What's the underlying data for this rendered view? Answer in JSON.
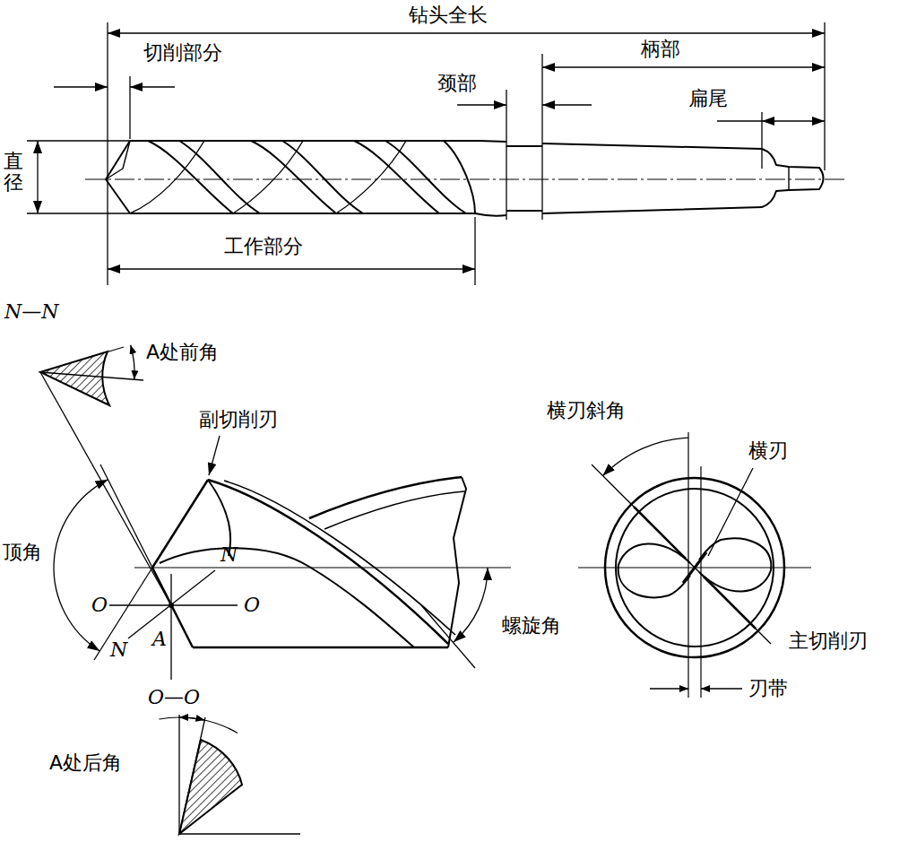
{
  "diagram": {
    "labels": [
      "钻头全长",
      "切削部分",
      "颈部",
      "柄部",
      "扁尾",
      "直径",
      "工作部分",
      "N—N",
      "A处前角",
      "副切削刃",
      "横刃斜角",
      "横刃",
      "顶角",
      "N",
      "O",
      "O",
      "N",
      "A",
      "螺旋角",
      "主切削刃",
      "刃带",
      "O—O",
      "A处后角"
    ]
  }
}
